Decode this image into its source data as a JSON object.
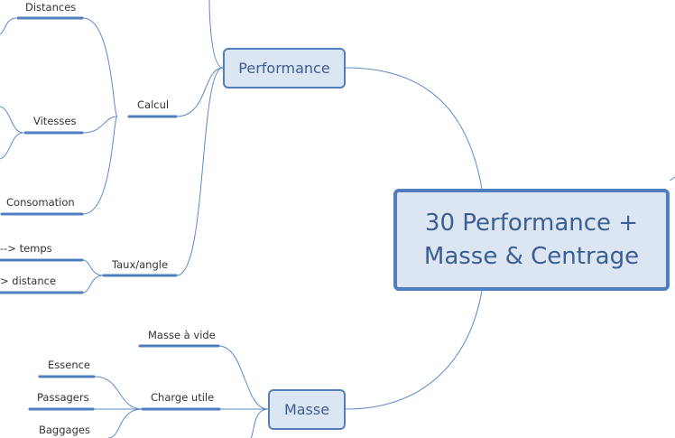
{
  "central": {
    "title_line1": "30 Performance +",
    "title_line2": "Masse & Centrage"
  },
  "performance": {
    "label": "Performance",
    "calcul": {
      "label": "Calcul",
      "children": [
        "Distances",
        "Vitesses",
        "Consomation"
      ]
    },
    "taux_angle": {
      "label": "Taux/angle",
      "children": [
        "--> temps",
        "> distance"
      ]
    }
  },
  "masse": {
    "label": "Masse",
    "children": {
      "masse_a_vide": "Masse à vide",
      "charge_utile": {
        "label": "Charge utile",
        "children": [
          "Essence",
          "Passagers",
          "Baggages"
        ]
      }
    }
  },
  "colors": {
    "connector": "#5b8ac9",
    "underline": "#4f7fbf",
    "box_fill": "#dce6f2",
    "box_border": "#4f7fbf"
  }
}
